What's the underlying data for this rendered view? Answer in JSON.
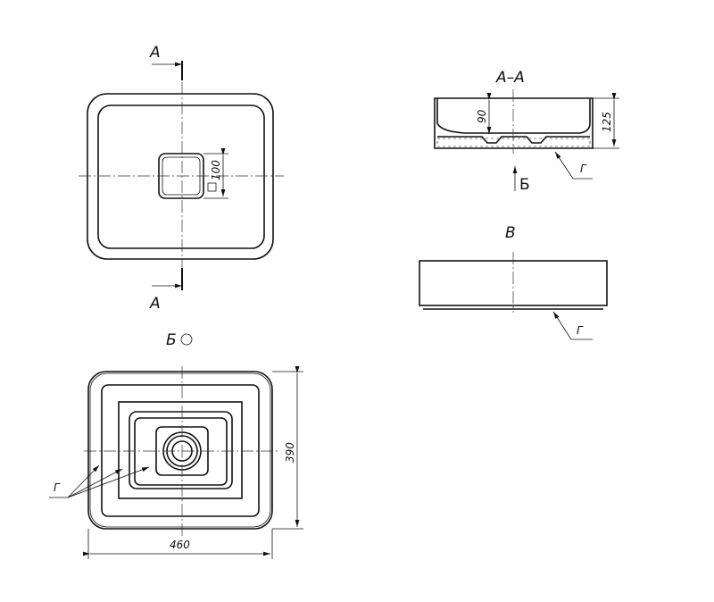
{
  "top_view": {
    "section_label_top": "А",
    "section_label_bottom": "А",
    "drain_dim": "100"
  },
  "section_view": {
    "title": "А–А",
    "depth_dim": "90",
    "height_dim": "125",
    "leader_label": "Г",
    "view_arrow_label": "Б"
  },
  "side_view": {
    "title": "В",
    "leader_label": "Г"
  },
  "bottom_view": {
    "title": "Б",
    "width_dim": "460",
    "depth_dim": "390",
    "leader_label": "Г"
  }
}
